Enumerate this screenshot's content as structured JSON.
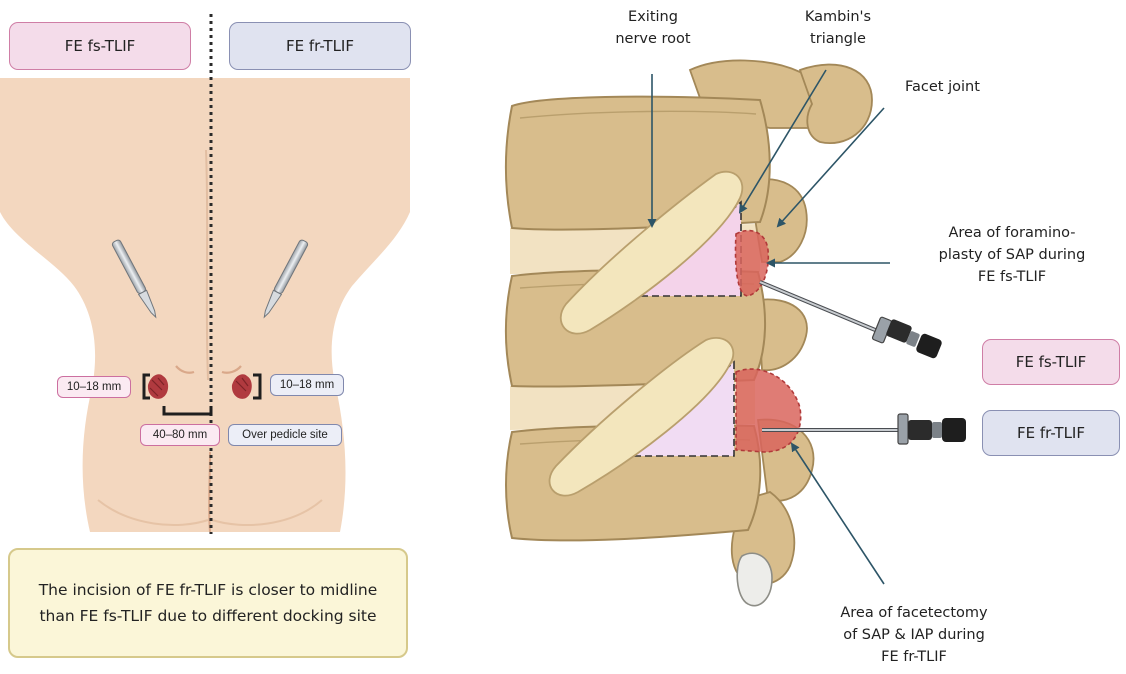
{
  "left_panel": {
    "header_fs": "FE fs-TLIF",
    "header_fr": "FE fr-TLIF",
    "pill_fs_width": "10–18 mm",
    "pill_fr_width": "10–18 mm",
    "pill_distance": "40–80 mm",
    "pill_pedicle": "Over pedicle site",
    "note_line1": "The incision of FE fr-TLIF is closer to midline",
    "note_line2": "than FE fs-TLIF due to different docking site"
  },
  "right_panel": {
    "exiting_line1": "Exiting",
    "exiting_line2": "nerve root",
    "kambin_line1": "Kambin's",
    "kambin_line2": "triangle",
    "facet": "Facet joint",
    "foramino_line1": "Area of foramino-",
    "foramino_line2": "plasty of SAP during",
    "foramino_line3": "FE fs-TLIF",
    "facetectomy_line1": "Area of facetectomy",
    "facetectomy_line2": "of SAP & IAP during",
    "facetectomy_line3": "FE fr-TLIF",
    "box_fs": "FE fs-TLIF",
    "box_fr": "FE fr-TLIF"
  },
  "colors": {
    "skin": "#f3d7bf",
    "bone": "#d8bd8c",
    "nerve": "#f3e6bd",
    "kambin": "#f4d3ea",
    "resection": "#d9655d",
    "arrow": "#2d5567"
  }
}
